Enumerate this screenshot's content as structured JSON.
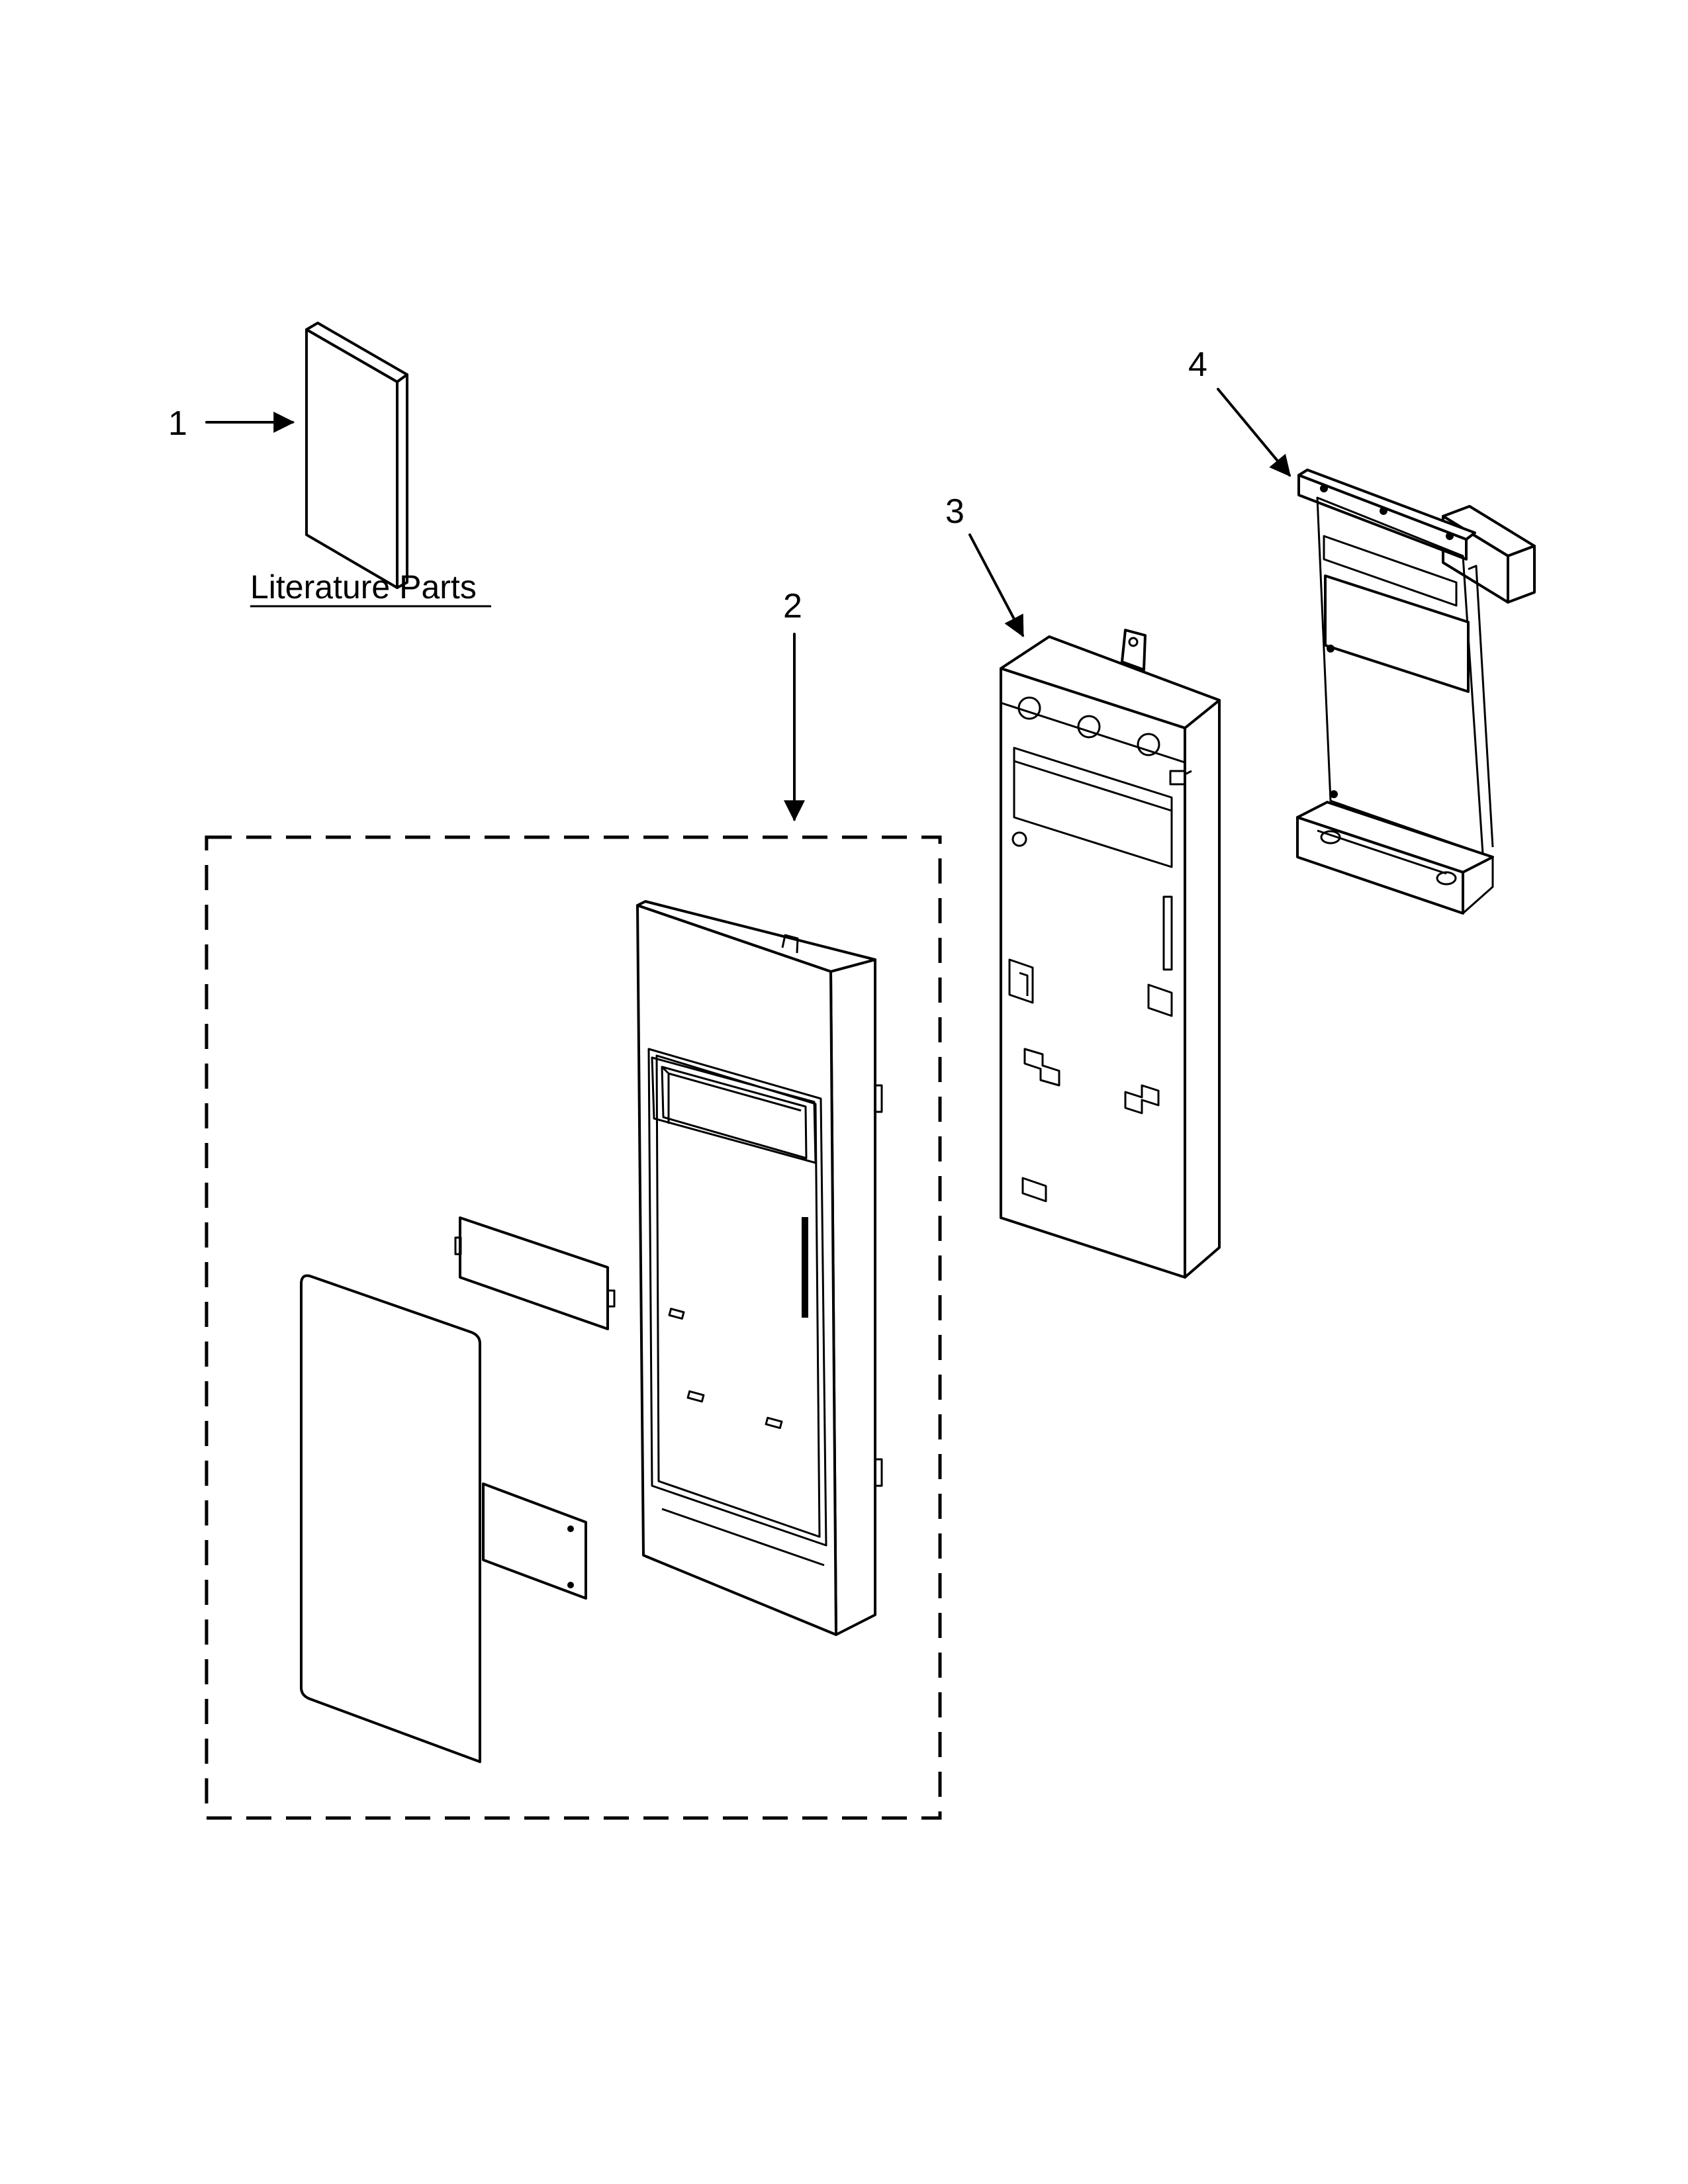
{
  "diagram": {
    "callouts": [
      {
        "id": "1",
        "text": "1"
      },
      {
        "id": "2",
        "text": "2"
      },
      {
        "id": "3",
        "text": "3"
      },
      {
        "id": "4",
        "text": "4"
      }
    ],
    "literature_label": "Literature Parts",
    "colors": {
      "line": "#000000",
      "background": "#ffffff"
    }
  }
}
